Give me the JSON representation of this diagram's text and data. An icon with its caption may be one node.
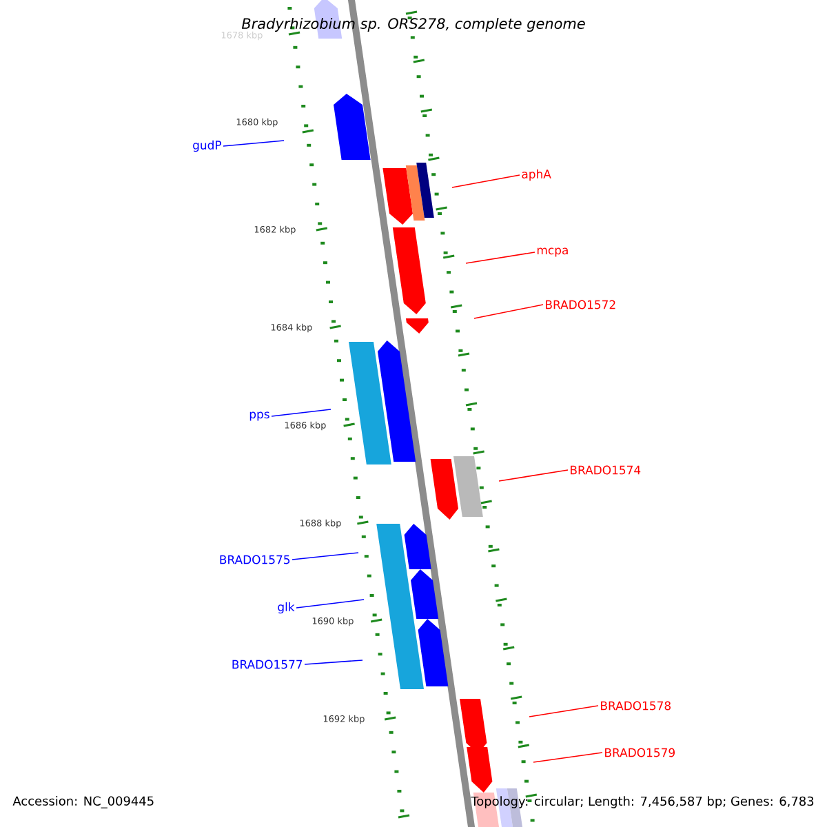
{
  "diagram": {
    "title": "Bradyrhizobium sp. ORS278, complete genome",
    "nodes": [
      {
        "text": [
          "gudP"
        ]
      },
      {
        "text": [
          "aphA"
        ]
      },
      {
        "text": [
          "mcpa"
        ]
      },
      {
        "text": [
          "BRADO1572"
        ]
      },
      {
        "text": [
          "pps"
        ]
      },
      {
        "text": [
          "BRADO1574"
        ]
      },
      {
        "text": [
          "BRADO1575"
        ]
      },
      {
        "text": [
          "glk"
        ]
      },
      {
        "text": [
          "BRADO1577"
        ]
      },
      {
        "text": [
          "BRADO1578"
        ]
      },
      {
        "text": [
          "BRADO1579"
        ]
      }
    ],
    "edges": [
      {
        "from": 0,
        "to": null,
        "arrow": "none",
        "color": "#0000ff"
      },
      {
        "from": 1,
        "to": null,
        "arrow": "none"
      },
      {
        "from": 2,
        "to": null,
        "arrow": "none"
      },
      {
        "from": 3,
        "to": null,
        "arrow": "none"
      },
      {
        "from": 4,
        "to": null,
        "arrow": "none",
        "color": "#0000ff"
      },
      {
        "from": 5,
        "to": null,
        "arrow": "none"
      },
      {
        "from": 6,
        "to": null,
        "arrow": "none",
        "color": "#0000ff"
      },
      {
        "from": 7,
        "to": null,
        "arrow": "none",
        "color": "#0000ff"
      },
      {
        "from": 8,
        "to": null,
        "arrow": "none",
        "color": "#0000ff"
      },
      {
        "from": 9,
        "to": null,
        "arrow": "none"
      },
      {
        "from": 10,
        "to": null,
        "arrow": "none"
      }
    ],
    "labels": [
      "1678 kbp",
      "1680 kbp",
      "1682 kbp",
      "1684 kbp",
      "1686 kbp",
      "1688 kbp",
      "1690 kbp",
      "1692 kbp",
      "Accession: NC_009445",
      "Topology: circular; Length: 7,456,587 bp; Genes: 6,783"
    ]
  }
}
